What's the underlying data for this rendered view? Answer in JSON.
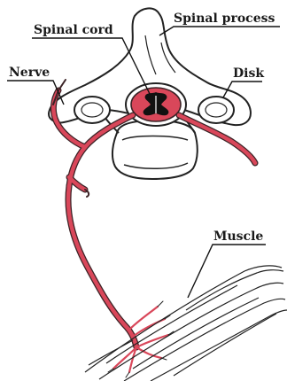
{
  "labels": {
    "spinal_cord": "Spinal cord",
    "spinal_process": "Spinal process",
    "nerve": "Nerve",
    "disk": "Disk",
    "muscle": "Muscle"
  },
  "colors": {
    "nerve": "#d9475a",
    "nerve_stroke": "#3b2326",
    "bone_fill": "#ffffff",
    "outline": "#222222",
    "cord_center": "#111111"
  }
}
